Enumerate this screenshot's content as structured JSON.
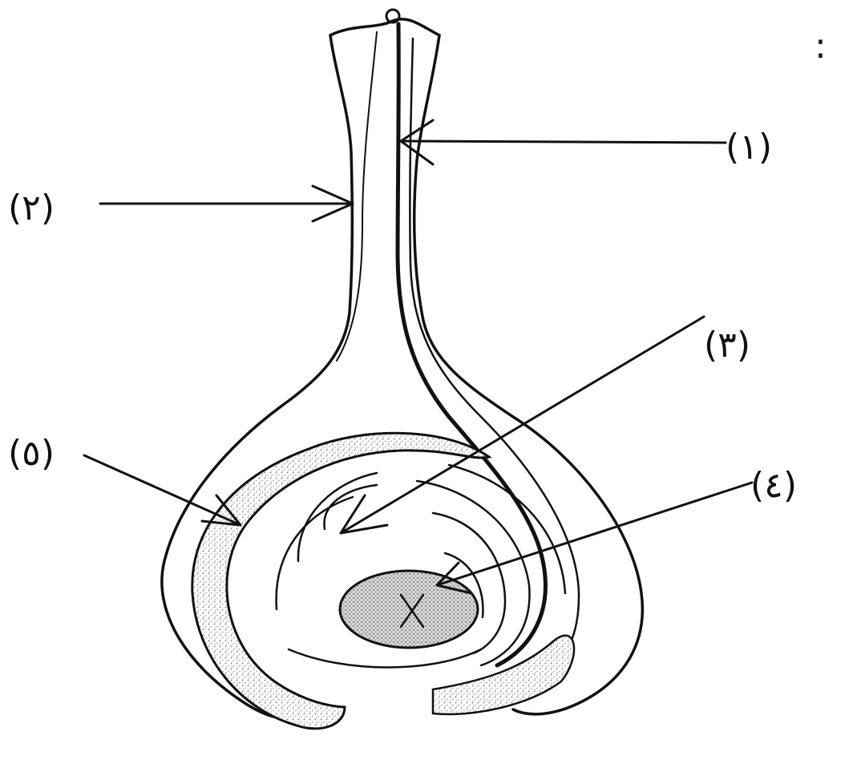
{
  "diagram": {
    "colon_mark": ":",
    "labels": [
      {
        "key": "label_1",
        "text": "(١)"
      },
      {
        "key": "label_2",
        "text": "(٢)"
      },
      {
        "key": "label_3",
        "text": "(٣)"
      },
      {
        "key": "label_4",
        "text": "(٤)"
      },
      {
        "key": "label_5",
        "text": "(٥)"
      }
    ]
  },
  "label_1": "(١)",
  "label_2": "(٢)",
  "label_3": "(٣)",
  "label_4": "(٤)",
  "label_5": "(٥)",
  "colors": {
    "ink": "#111111",
    "paper": "#ffffff",
    "stipple": "#9a9a9a"
  }
}
